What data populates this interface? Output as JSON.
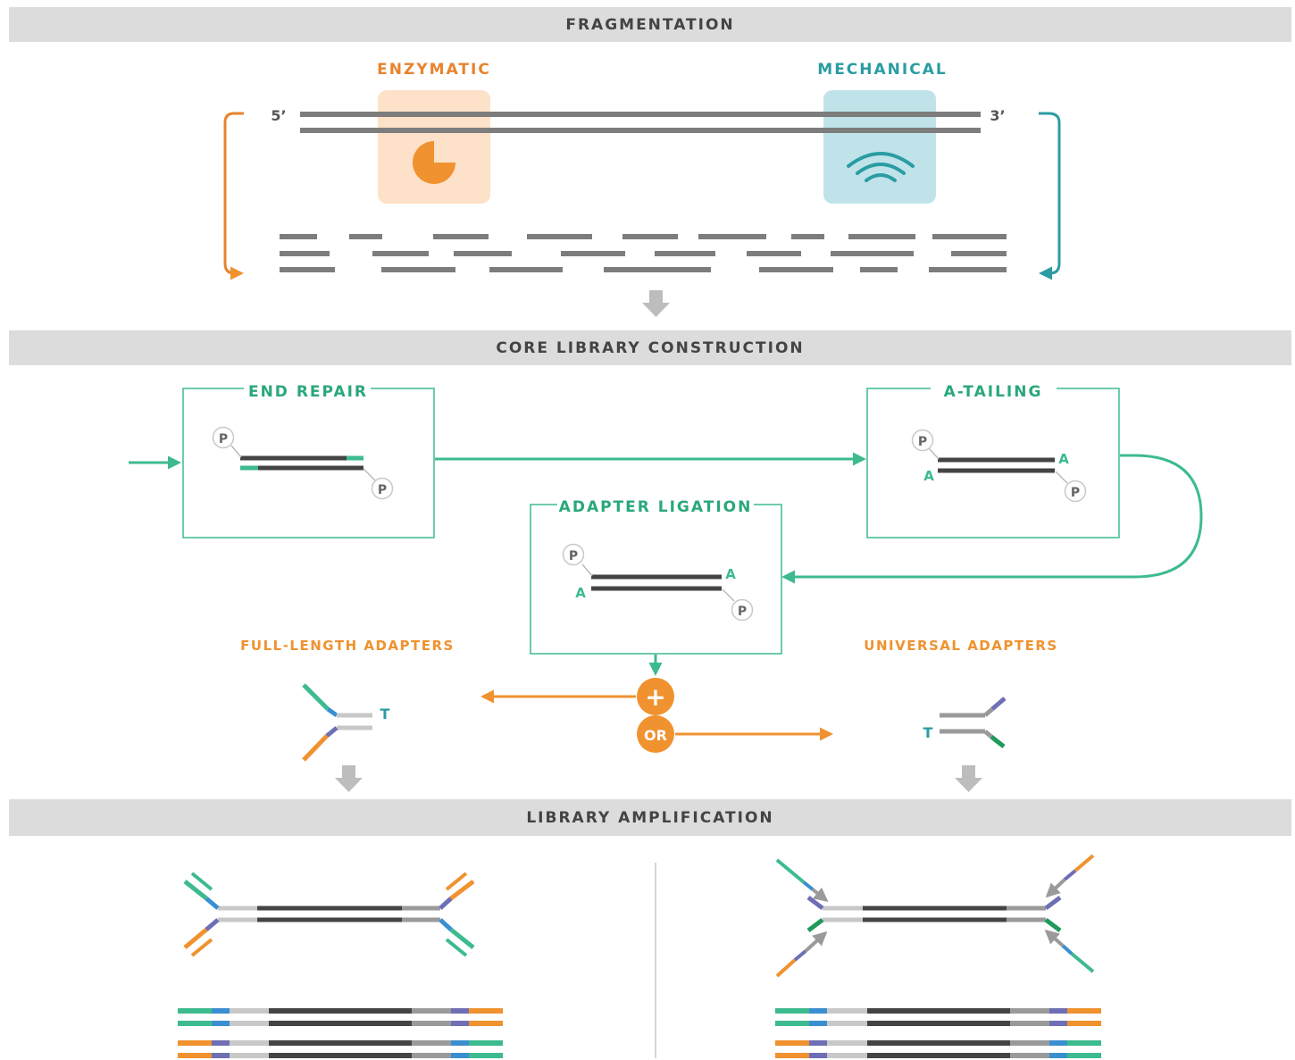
{
  "sections": {
    "fragmentation": "FRAGMENTATION",
    "core": "CORE LIBRARY CONSTRUCTION",
    "amplification": "LIBRARY AMPLIFICATION"
  },
  "fragmentation": {
    "enzymatic_label": "ENZYMATIC",
    "mechanical_label": "MECHANICAL",
    "five_prime": "5’",
    "three_prime": "3’"
  },
  "steps": {
    "end_repair": "END REPAIR",
    "a_tailing": "A-TAILING",
    "adapter_ligation": "ADAPTER LIGATION"
  },
  "adapters": {
    "full_length": "FULL-LENGTH ADAPTERS",
    "universal": "UNIVERSAL ADAPTERS",
    "plus": "+",
    "or": "OR"
  },
  "marks": {
    "phosphate": "P",
    "a_base": "A",
    "t_base": "T"
  },
  "colors": {
    "enzymatic": "#e8832e",
    "mechanical": "#2a9ca3",
    "core_green": "#3dbb8e",
    "adapter_orange": "#f0922f",
    "dna_dark": "#444444",
    "dna_grey": "#7d7d7d",
    "dna_light": "#c8c8c8",
    "index_purple": "#6e6fb5",
    "index_blue": "#3a8fd0",
    "adapter_green": "#1f9a5a"
  }
}
